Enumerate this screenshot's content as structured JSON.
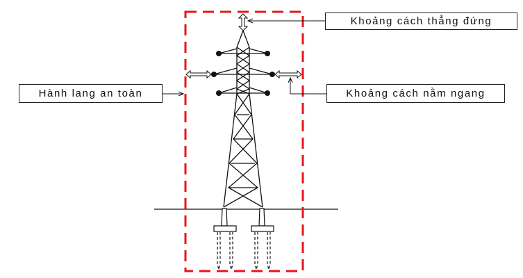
{
  "labels": {
    "vertical_distance": "Khoảng cách thẳng đứng",
    "safety_corridor": "Hành lang an toàn",
    "horizontal_distance": "Khoảng cách nằm ngang"
  },
  "colors": {
    "corridor": "#e8141c",
    "lines": "#111111"
  }
}
